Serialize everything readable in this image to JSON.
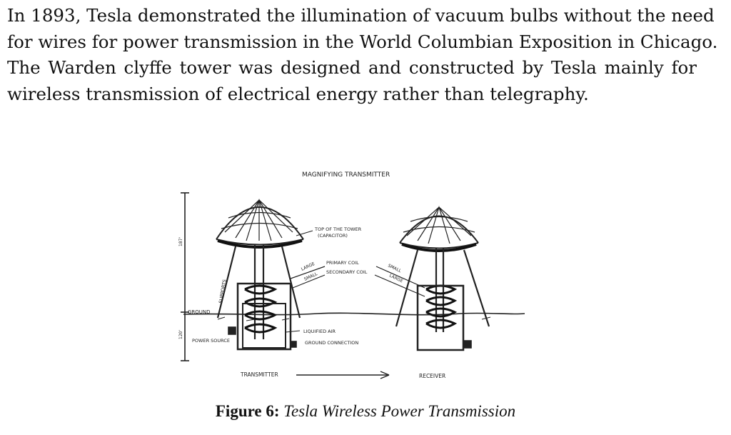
{
  "paragraph": {
    "lines": [
      "In 1893, Tesla demonstrated the illumination of vacuum bulbs without the need",
      "for wires for power transmission in the World Columbian Exposition in Chicago.",
      "The Warden clyffe tower was designed and constructed by Tesla mainly for",
      "wireless transmission of electrical energy rather than telegraphy."
    ]
  },
  "figure": {
    "labels": {
      "title": "MAGNIFYING TRANSMITTER",
      "top_of_tower": "TOP OF THE TOWER",
      "capacitor": "(CAPACITOR)",
      "primary_coil": "PRIMARY COIL",
      "secondary_coil": "SECONDARY COIL",
      "large_left": "LARGE",
      "small_left": "SMALL",
      "small_right": "SMALL",
      "large_right": "LARGE",
      "supports": "SUPPORTS",
      "ground": "GROUND",
      "power_source": "POWER SOURCE",
      "liquified_air": "LIQUIFIED AIR",
      "ground_connection": "GROUND CONNECTION",
      "transmitter": "TRANSMITTER",
      "receiver": "RECEIVER",
      "height_top": "187'",
      "height_bottom": "120'"
    }
  },
  "caption": {
    "label": "Figure 6:",
    "text": "Tesla Wireless Power Transmission"
  }
}
